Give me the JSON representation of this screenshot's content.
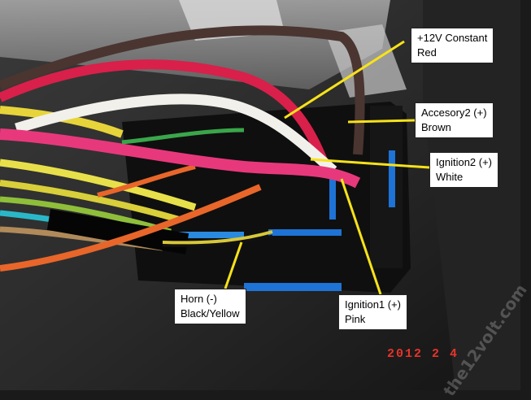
{
  "labels": {
    "constant": {
      "line1": "+12V Constant",
      "line2": "Red"
    },
    "accessory": {
      "line1": "Accesory2 (+)",
      "line2": "Brown"
    },
    "ignition2": {
      "line1": "Ignition2 (+)",
      "line2": "White"
    },
    "horn": {
      "line1": "Horn (-)",
      "line2": "Black/Yellow"
    },
    "ignition1": {
      "line1": "Ignition1 (+)",
      "line2": "Pink"
    }
  },
  "date_stamp": "2012  2  4",
  "watermark": "the12volt.com",
  "colors": {
    "leader_line": "#f7e21a",
    "date_stamp": "#e8332a"
  }
}
